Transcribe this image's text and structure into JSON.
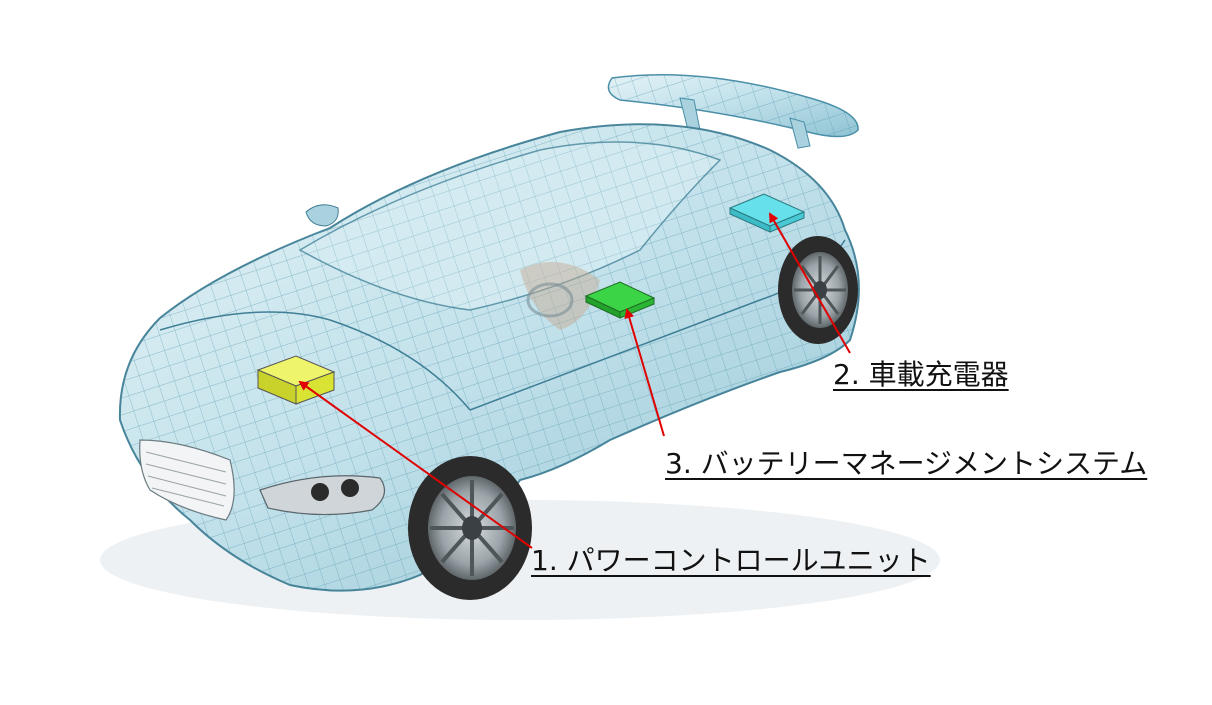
{
  "labels": {
    "charger": "2. 車載充電器",
    "bms": "3. バッテリーマネージメントシステム",
    "pcu": "1. パワーコントロールユニット"
  },
  "colors": {
    "body_glass": "#bfe0ea",
    "wire": "#4a8fa8",
    "pcu_box": "#e2ef3a",
    "bms_box": "#2fc33a",
    "charger_box": "#4fd6e0",
    "arrow": "#e00000",
    "tire": "#2b2b2b",
    "rim": "#9aa3a8"
  }
}
